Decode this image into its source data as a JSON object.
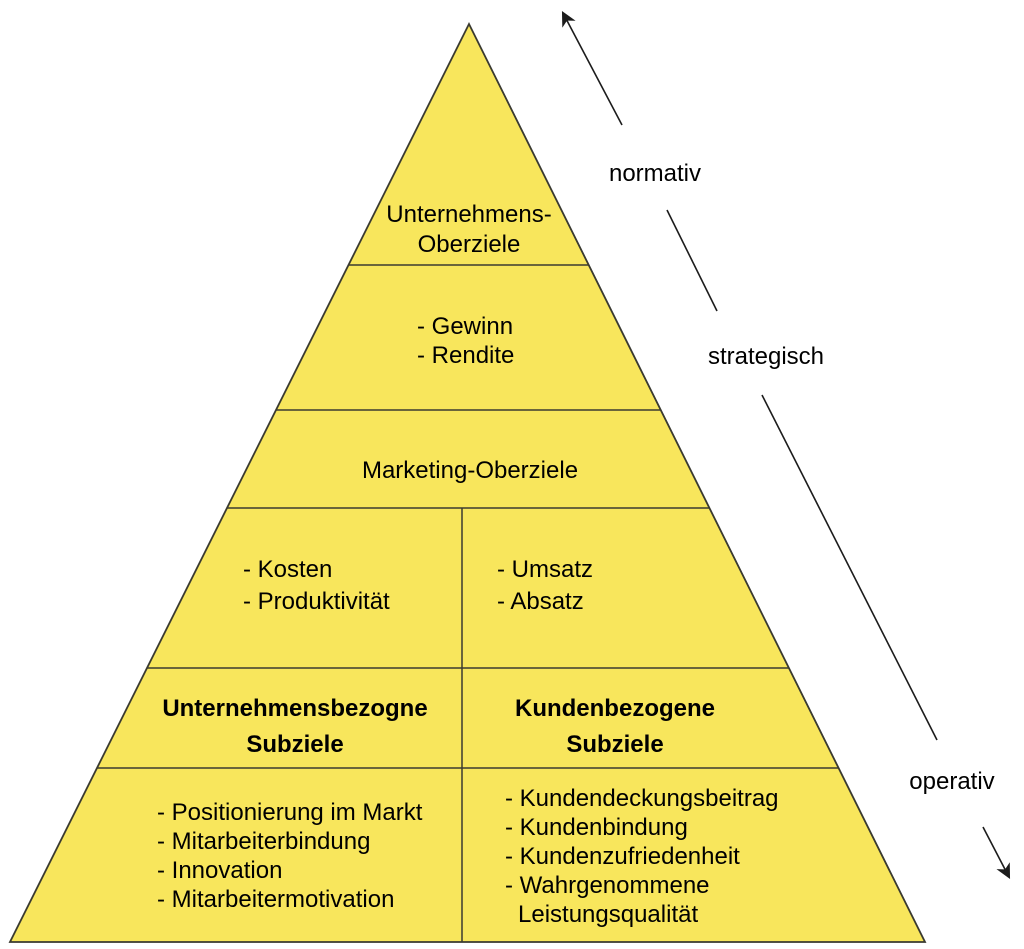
{
  "pyramid": {
    "fill": "#F8E65C",
    "stroke": "#3A3A30",
    "level1": {
      "line1": "Unternehmens-",
      "line2": "Oberziele"
    },
    "level2": {
      "item1": "- Gewinn",
      "item2": "- Rendite"
    },
    "level3": {
      "label": "Marketing-Oberziele"
    },
    "level4_left": {
      "item1": "- Kosten",
      "item2": "- Produktivität"
    },
    "level4_right": {
      "item1": "- Umsatz",
      "item2": "- Absatz"
    },
    "level5_left": {
      "line1": "Unternehmensbezogne",
      "line2": "Subziele"
    },
    "level5_right": {
      "line1": "Kundenbezogene",
      "line2": "Subziele"
    },
    "level6_left": {
      "item1": "- Positionierung im Markt",
      "item2": "- Mitarbeiterbindung",
      "item3": "- Innovation",
      "item4": "- Mitarbeitermotivation"
    },
    "level6_right": {
      "item1": "- Kundendeckungsbeitrag",
      "item2": "- Kundenbindung",
      "item3": "- Kundenzufriedenheit",
      "item4": "- Wahrgenommene",
      "item5": "Leistungsqualität"
    }
  },
  "axis": {
    "label_top": "normativ",
    "label_middle": "strategisch",
    "label_bottom": "operativ"
  }
}
